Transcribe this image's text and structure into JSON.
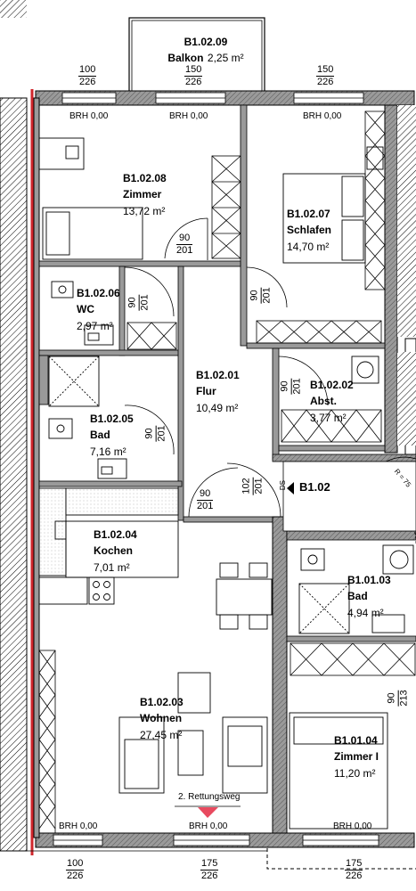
{
  "rooms": [
    {
      "id": "B1.02.09",
      "name": "Balkon",
      "area": "2,25 m²"
    },
    {
      "id": "B1.02.08",
      "name": "Zimmer",
      "area": "13,72 m²"
    },
    {
      "id": "B1.02.07",
      "name": "Schlafen",
      "area": "14,70 m²"
    },
    {
      "id": "B1.02.06",
      "name": "WC",
      "area": "2,97 m²"
    },
    {
      "id": "B1.02.01",
      "name": "Flur",
      "area": "10,49 m²"
    },
    {
      "id": "B1.02.02",
      "name": "Abst.",
      "area": "3,77 m²"
    },
    {
      "id": "B1.02.05",
      "name": "Bad",
      "area": "7,16 m²"
    },
    {
      "id": "B1.02.04",
      "name": "Kochen",
      "area": "7,01 m²"
    },
    {
      "id": "B1.02.03",
      "name": "Wohnen",
      "area": "27,45 m²"
    },
    {
      "id": "B1.01.03",
      "name": "Bad",
      "area": "4,94 m²"
    },
    {
      "id": "B1.01.04",
      "name": "Zimmer I",
      "area": "11,20 m²"
    }
  ],
  "unit_label": "B1.02",
  "ds_label": "DS",
  "escape_label": "2. Rettungsweg",
  "brh_label": "BRH 0,00",
  "radius_label": "R = 75",
  "openings": [
    {
      "w": "100",
      "h": "226"
    },
    {
      "w": "150",
      "h": "226"
    },
    {
      "w": "150",
      "h": "226"
    },
    {
      "w": "90",
      "h": "201"
    },
    {
      "w": "90",
      "h": "201"
    },
    {
      "w": "90",
      "h": "201"
    },
    {
      "w": "90",
      "h": "201"
    },
    {
      "w": "90",
      "h": "201"
    },
    {
      "w": "90",
      "h": "201"
    },
    {
      "w": "102",
      "h": "201"
    },
    {
      "w": "90",
      "h": "213"
    },
    {
      "w": "100",
      "h": "226"
    },
    {
      "w": "175",
      "h": "226"
    },
    {
      "w": "175",
      "h": "226"
    }
  ],
  "colors": {
    "wall_fill": "#8a8a8a",
    "hatch": "#000000",
    "red_line": "#d0262b",
    "escape_marker": "#e84a5f"
  }
}
